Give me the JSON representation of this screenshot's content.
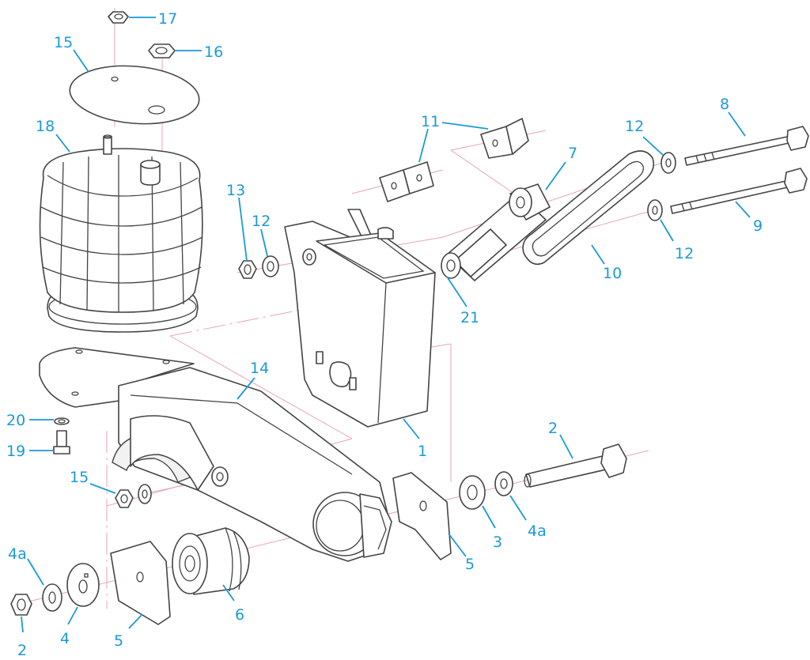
{
  "colors": {
    "callout": "#1a9ad6",
    "line": "#444444",
    "axis": "#e7a4b8",
    "background": "#ffffff"
  },
  "callouts": {
    "c1": "1",
    "c2a": "2",
    "c2b": "2",
    "c3": "3",
    "c4": "4",
    "c4a1": "4a",
    "c4a2": "4a",
    "c5a": "5",
    "c5b": "5",
    "c6": "6",
    "c7": "7",
    "c8": "8",
    "c9": "9",
    "c10": "10",
    "c11": "11",
    "c12a": "12",
    "c12b": "12",
    "c12c": "12",
    "c13": "13",
    "c14": "14",
    "c15a": "15",
    "c15b": "15",
    "c16": "16",
    "c17": "17",
    "c18": "18",
    "c19": "19",
    "c20": "20",
    "c21": "21"
  }
}
